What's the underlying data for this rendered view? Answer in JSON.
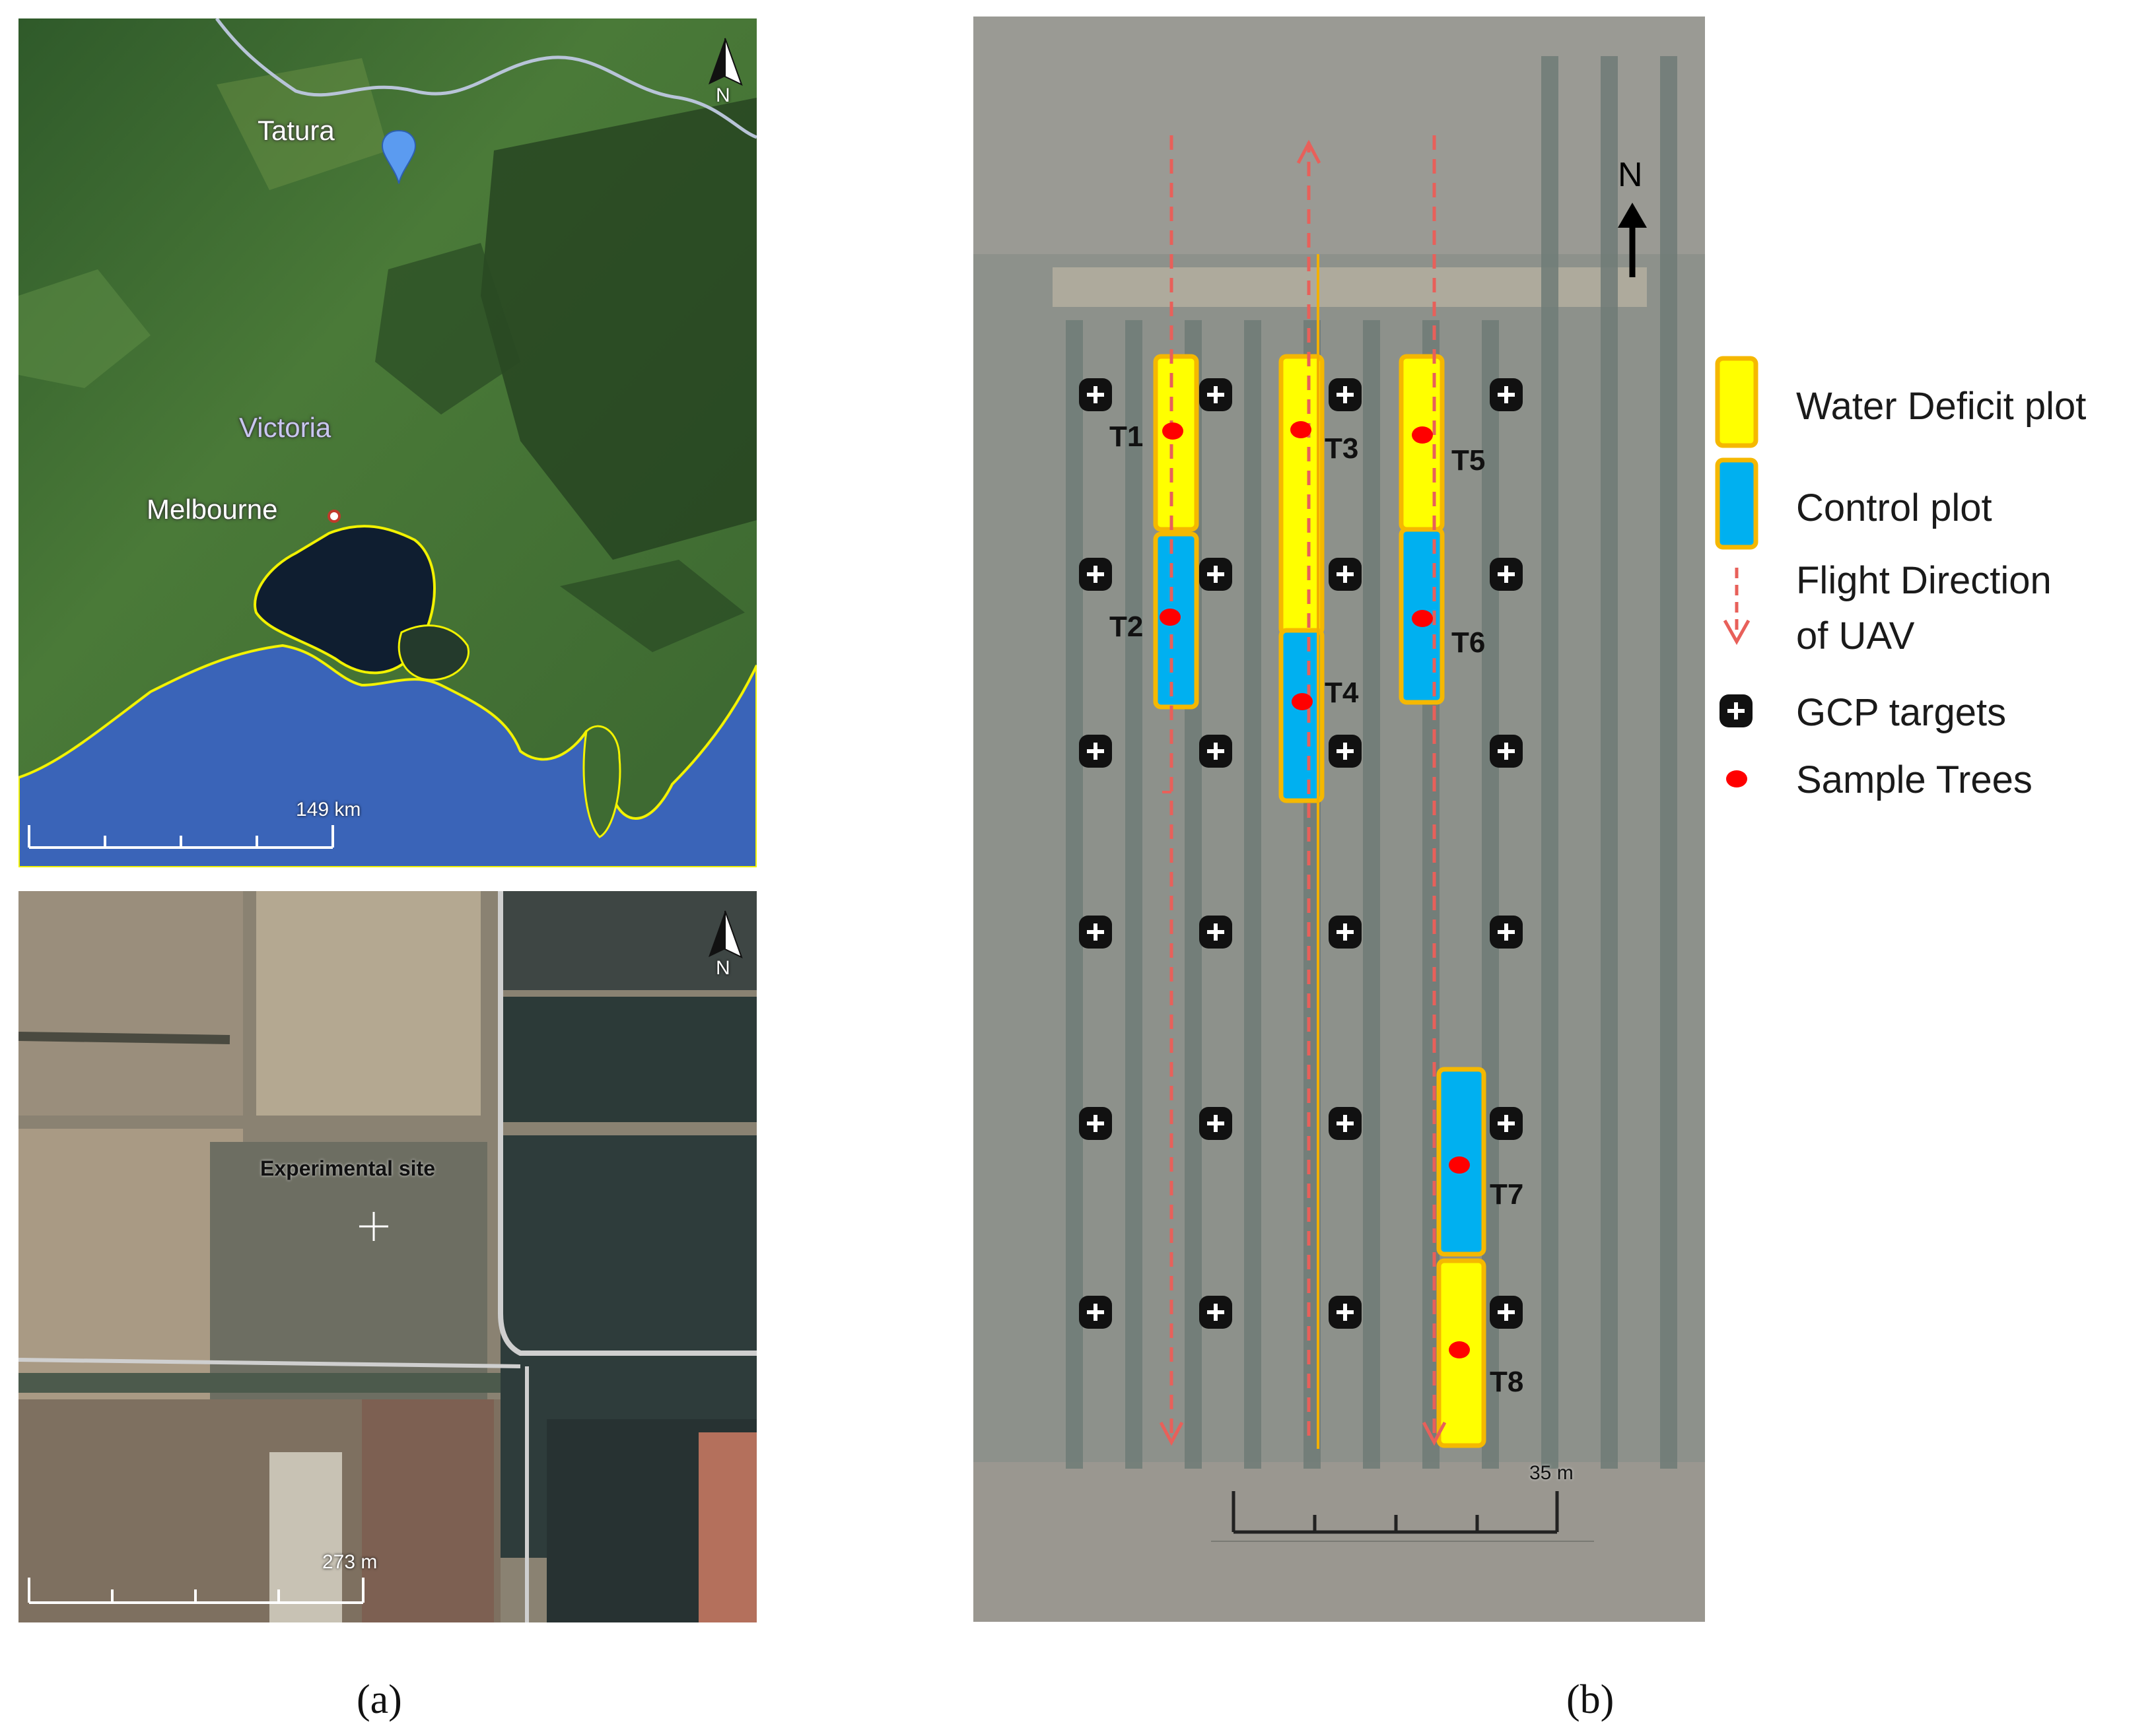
{
  "panel_a": {
    "top_map": {
      "labels": {
        "tatura": "Tatura",
        "victoria": "Victoria",
        "melbourne": "Melbourne"
      },
      "north": "N",
      "scale": "149 km"
    },
    "bottom_map": {
      "site_label": "Experimental site",
      "north": "N",
      "scale": "273 m"
    },
    "caption": "(a)"
  },
  "panel_b": {
    "north": "N",
    "scale": "35 m",
    "plots": [
      {
        "id": "T1",
        "treatment": "Water Deficit plot"
      },
      {
        "id": "T2",
        "treatment": "Control plot"
      },
      {
        "id": "T3",
        "treatment": "Water Deficit plot"
      },
      {
        "id": "T4",
        "treatment": "Control plot"
      },
      {
        "id": "T5",
        "treatment": "Water Deficit plot"
      },
      {
        "id": "T6",
        "treatment": "Control plot"
      },
      {
        "id": "T7",
        "treatment": "Control plot"
      },
      {
        "id": "T8",
        "treatment": "Water Deficit plot"
      }
    ],
    "legend": {
      "water_deficit": "Water Deficit plot",
      "control": "Control plot",
      "flight_line1": "Flight Direction",
      "flight_line2": "of UAV",
      "gcp": "GCP targets",
      "sample": "Sample Trees"
    },
    "caption": "(b)"
  },
  "colors": {
    "water_deficit": "#ffff00",
    "control": "#00b0f0",
    "plot_border": "#f5b800",
    "flight": "#e8605a",
    "sample_tree": "#ff0000",
    "ocean": "#3a64b8",
    "land": "#3e6b32",
    "coast_outline": "#f2f200"
  }
}
